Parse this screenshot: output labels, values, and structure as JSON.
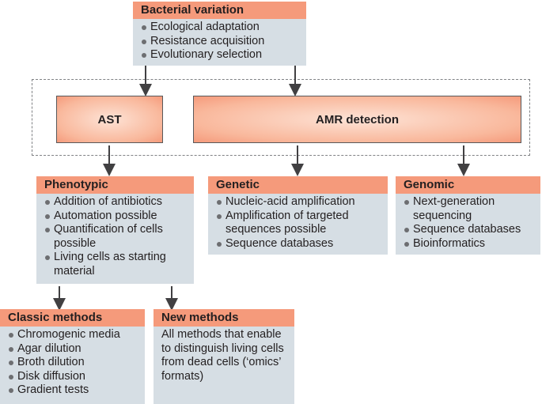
{
  "bacterial": {
    "title": "Bacterial variation",
    "items": [
      "Ecological adaptation",
      "Resistance acquisition",
      "Evolutionary selection"
    ]
  },
  "ast": {
    "label": "AST"
  },
  "amr": {
    "label": "AMR detection"
  },
  "phenotypic": {
    "title": "Phenotypic",
    "items": [
      "Addition of antibiotics",
      "Automation possible",
      "Quantification of cells possible",
      "Living cells as starting material"
    ]
  },
  "genetic": {
    "title": "Genetic",
    "items": [
      "Nucleic-acid amplification",
      "Amplification of targeted sequences possible",
      "Sequence databases"
    ]
  },
  "genomic": {
    "title": "Genomic",
    "items": [
      "Next-generation sequencing",
      "Sequence databases",
      "Bioinformatics"
    ]
  },
  "classic": {
    "title": "Classic methods",
    "items": [
      "Chromogenic media",
      "Agar dilution",
      "Broth dilution",
      "Disk diffusion",
      "Gradient tests"
    ]
  },
  "newmethods": {
    "title": "New methods",
    "text": "All methods that enable to distinguish living cells from dead cells (‘omics’ formats)"
  },
  "colors": {
    "header": "#f59a7b",
    "body": "#d6dee4",
    "arrow": "#414042"
  }
}
